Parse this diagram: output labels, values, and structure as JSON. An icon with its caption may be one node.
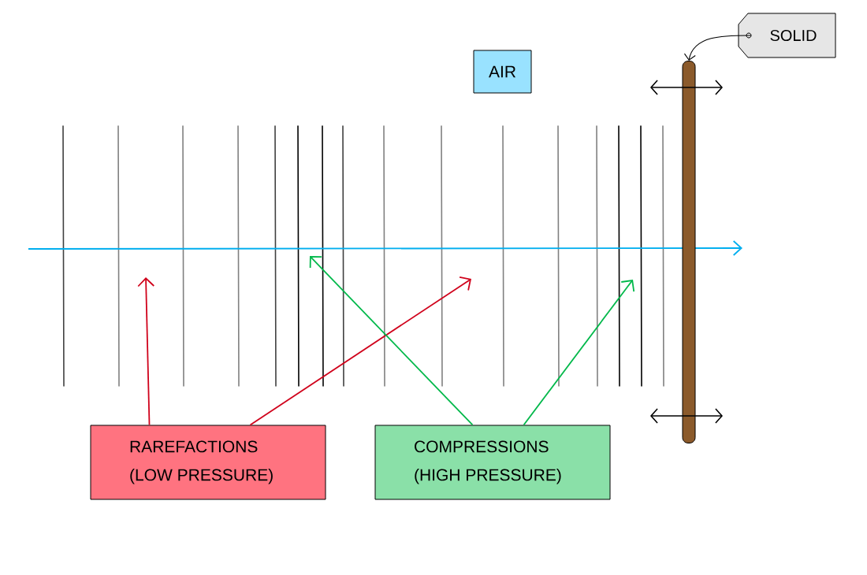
{
  "diagram": {
    "nodes": [
      {
        "text": [
          "AIR"
        ]
      },
      {
        "text": [
          "SOLID"
        ]
      },
      {
        "text": [],
        "shape": "bar"
      },
      {
        "text": [
          "RAREFACTIONS (LOW PRESSURE)"
        ]
      },
      {
        "text": [
          "COMPRESSIONS (HIGH PRESSURE)"
        ]
      }
    ],
    "edges": [
      {
        "from": 1,
        "to": 2,
        "arrow": "to",
        "color": "#000000"
      },
      {
        "from": 3,
        "to": null,
        "arrow": "to",
        "color": "#d0021b"
      },
      {
        "from": 3,
        "to": null,
        "arrow": "to",
        "color": "#d0021b"
      },
      {
        "from": 4,
        "to": null,
        "arrow": "to",
        "color": "#00b84a"
      },
      {
        "from": 4,
        "to": null,
        "arrow": "to",
        "color": "#00b84a"
      }
    ]
  }
}
